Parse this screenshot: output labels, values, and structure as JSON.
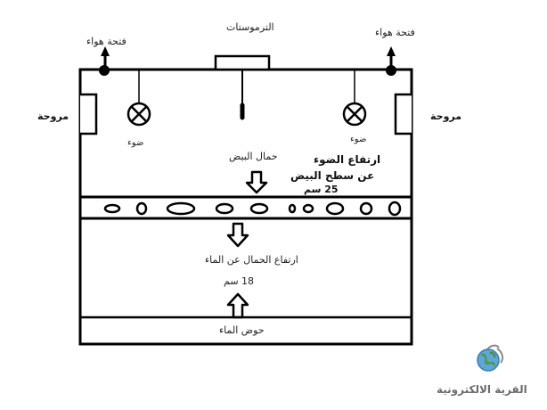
{
  "labels": {
    "thermostat": "الترموستات",
    "air_vent_left": "فتحة هواء",
    "air_vent_right": "فتحة هواء",
    "fan_left": "مروحة",
    "fan_right": "مروحة",
    "light_left": "ضوء",
    "light_right": "ضوء",
    "egg_tray": "حمال البيض",
    "light_height_line1": "ارتفاع الضوء",
    "light_height_line2": "عن سطح البيض",
    "light_height_value": "25 سم",
    "tray_height": "ارتفاع الحمال عن الماء",
    "tray_height_value": "18 سم",
    "water_basin": "حوض الماء"
  },
  "logo": {
    "text": "القرية الالكترونية"
  }
}
